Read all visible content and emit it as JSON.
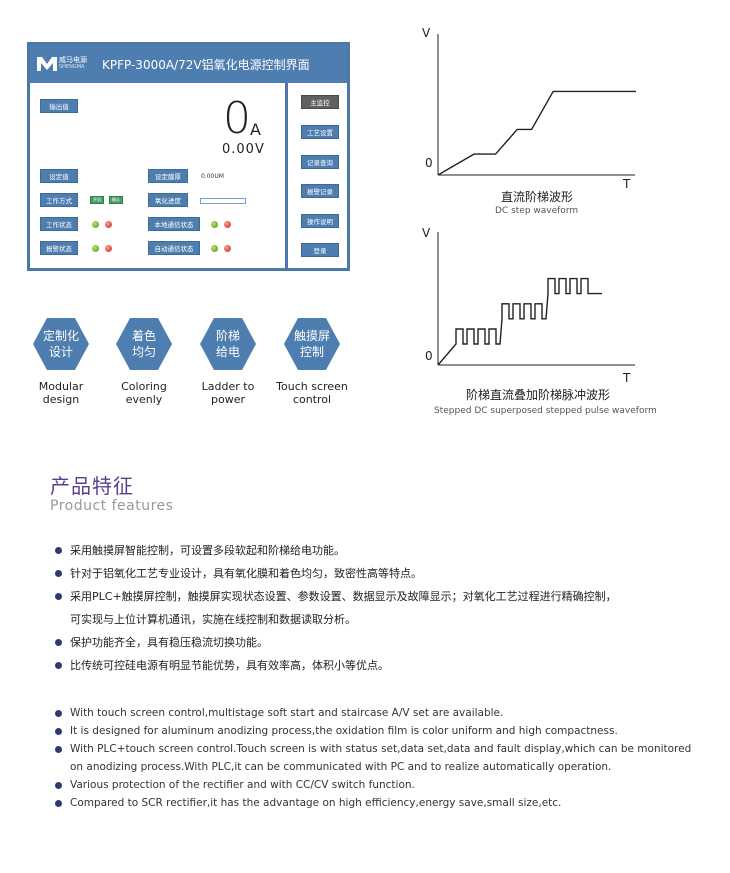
{
  "hmi": {
    "logo_cn": "威马电源",
    "logo_en": "SHENGMA",
    "title": "KPFP-3000A/72V铝氧化电源控制界面",
    "output_btn": "输出值",
    "current_value": "0",
    "current_unit": "A",
    "voltage_value": "0.00V",
    "set_btn": "设定值",
    "thickness_btn": "设定膜厚",
    "thickness_value": "0.00UM",
    "work_mode_btn": "工作方式",
    "mode_a": "开机",
    "mode_b": "确认",
    "progress_btn": "氧化进度",
    "work_status_btn": "工作状态",
    "local_comm_btn": "本地通信状态",
    "alarm_status_btn": "报警状态",
    "auto_comm_btn": "自动通信状态",
    "side": [
      "主监控",
      "工艺设置",
      "记录查询",
      "报警记录",
      "操作说明",
      "登录"
    ],
    "colors": {
      "title_bar": "#4e7db0",
      "button": "#4e7db0",
      "active": "#606060"
    }
  },
  "chart_data": [
    {
      "type": "line",
      "y_label": "V",
      "x_label": "T",
      "origin": "0",
      "x": [
        0,
        1,
        1.6,
        2.2,
        2.6,
        3.2,
        3.6,
        5.5
      ],
      "y": [
        0,
        1.1,
        1.1,
        2.4,
        2.4,
        4.4,
        4.4,
        4.4
      ],
      "title": "直流阶梯波形",
      "subtitle": "DC step waveform"
    },
    {
      "type": "line",
      "y_label": "V",
      "x_label": "T",
      "origin": "0",
      "levels": [
        1,
        2,
        3
      ],
      "pulses_per_level": 4,
      "title": "阶梯直流叠加阶梯脉冲波形",
      "subtitle": "Stepped DC superposed stepped pulse waveform"
    }
  ],
  "features": [
    {
      "cn": [
        "定制化",
        "设计"
      ],
      "en": [
        "Modular",
        "design"
      ]
    },
    {
      "cn": [
        "着色",
        "均匀"
      ],
      "en": [
        "Coloring",
        "evenly"
      ]
    },
    {
      "cn": [
        "阶梯",
        "给电"
      ],
      "en": [
        "Ladder to",
        "power"
      ]
    },
    {
      "cn": [
        "触摸屏",
        "控制"
      ],
      "en": [
        "Touch screen",
        "control"
      ]
    }
  ],
  "product": {
    "title": "产品特征",
    "subtitle": "Product features",
    "cn": [
      [
        "采用触摸屏智能控制，可设置多段软起和阶梯给电功能。"
      ],
      [
        "针对于铝氧化工艺专业设计，具有氧化膜和着色均匀，致密性高等特点。"
      ],
      [
        "采用PLC+触摸屏控制，触摸屏实现状态设置、参数设置、数据显示及故障显示；对氧化工艺过程进行精确控制，",
        "可实现与上位计算机通讯，实施在线控制和数据读取分析。"
      ],
      [
        "保护功能齐全，具有稳压稳流切换功能。"
      ],
      [
        "比传统可控硅电源有明显节能优势，具有效率高，体积小等优点。"
      ]
    ],
    "en": [
      [
        "With touch screen control,multistage soft start and staircase A/V set are available."
      ],
      [
        "It is designed for aluminum anodizing process,the oxidation film is color uniform and high compactness."
      ],
      [
        "With PLC+touch screen control.Touch screen is with status set,data set,data and fault display,which can be monitored",
        "on anodizing process.With PLC,it can be communicated with PC and to realize automatically operation."
      ],
      [
        "Various protection of the rectifier and with CC/CV switch function."
      ],
      [
        "Compared to SCR rectifier,it has the advantage on high efficiency,energy save,small size,etc."
      ]
    ],
    "hex_color": "#4e7db0"
  }
}
